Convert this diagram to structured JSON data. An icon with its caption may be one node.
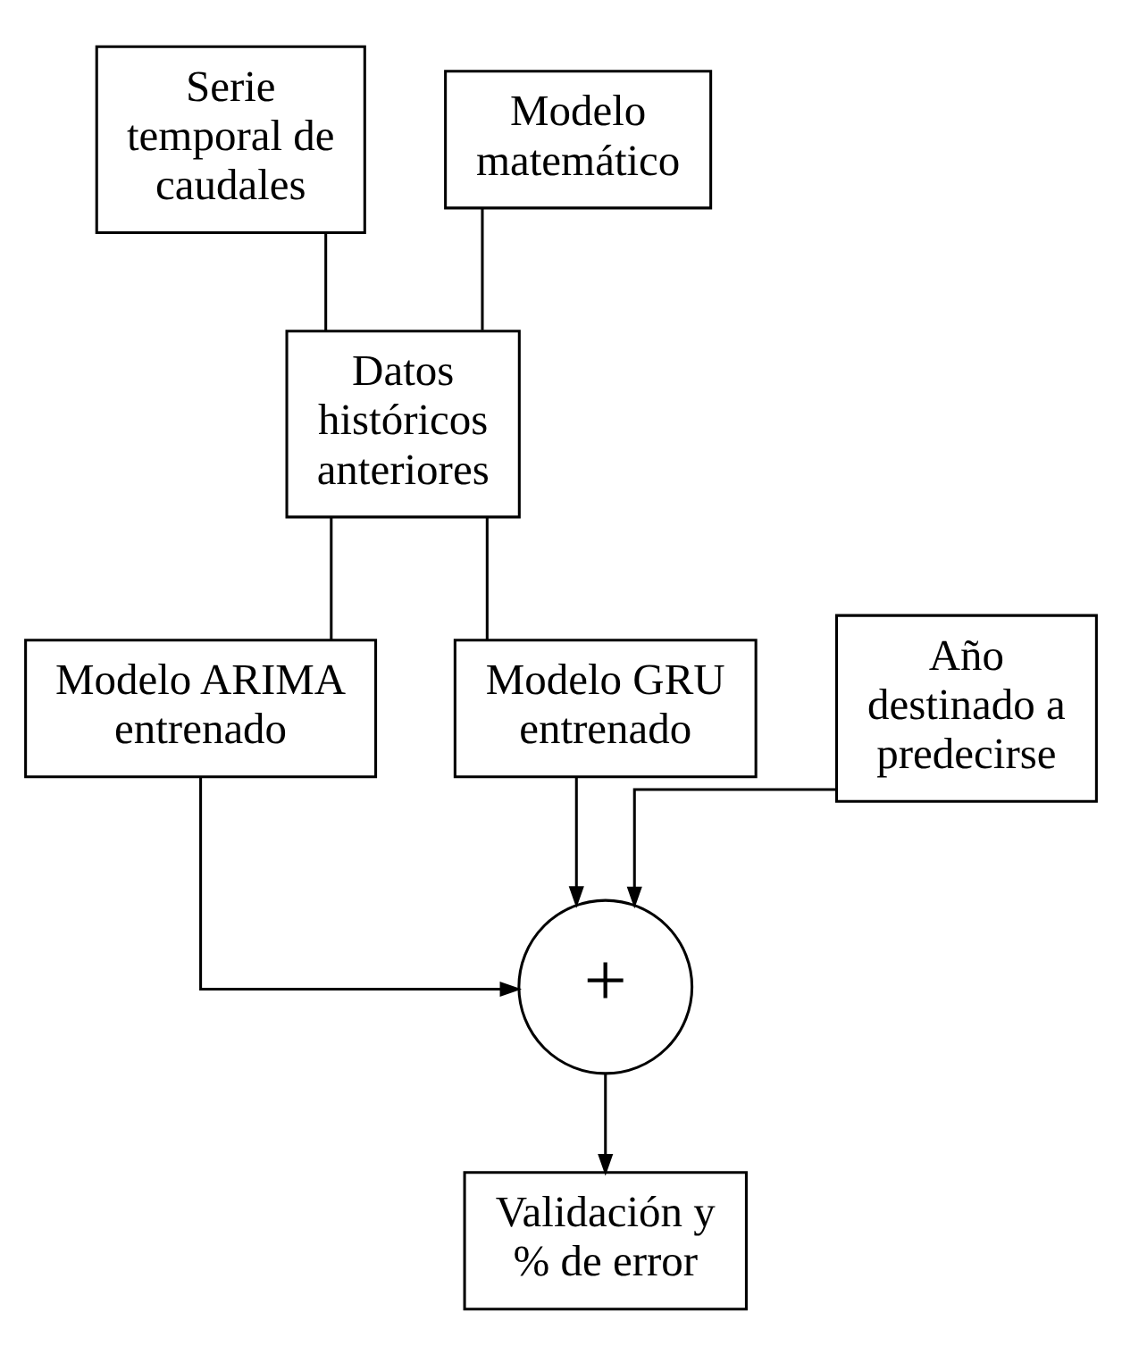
{
  "diagram": {
    "nodes": [
      {
        "text": [
          "Serie temporal de caudales"
        ]
      },
      {
        "text": [
          "Modelo matemático"
        ]
      },
      {
        "text": [
          "Datos históricos anteriores"
        ]
      },
      {
        "text": [
          "Modelo ARIMA entrenado"
        ]
      },
      {
        "text": [
          "Año destinado a predecirse"
        ]
      },
      {
        "text": [
          "Modelo GRU entrenado"
        ]
      },
      {
        "text": [
          "+"
        ]
      },
      {
        "text": [
          "Validación y % de error"
        ]
      }
    ],
    "edges": [
      {
        "from": 0,
        "to": 2,
        "arrow": "none"
      },
      {
        "from": 1,
        "to": 2,
        "arrow": "none"
      },
      {
        "from": 2,
        "to": 3,
        "arrow": "none"
      },
      {
        "from": 2,
        "to": 5,
        "arrow": "none"
      },
      {
        "from": 3,
        "to": 6,
        "arrow": "to"
      },
      {
        "from": 4,
        "to": 6,
        "arrow": "to"
      },
      {
        "from": 5,
        "to": 6,
        "arrow": "to"
      },
      {
        "from": 6,
        "to": 7,
        "arrow": "to"
      }
    ]
  }
}
